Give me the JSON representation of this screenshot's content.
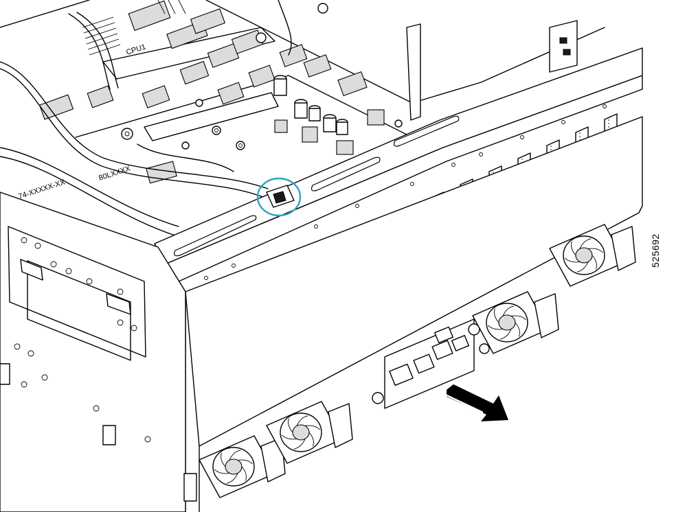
{
  "figure": {
    "id_label": "525692",
    "board_labels": [
      "80LXXXX",
      "CPU1",
      "74-XXXXX-XX"
    ],
    "callout_color": "#2aa6c4",
    "arrow_color": "#000000"
  },
  "icons": {
    "callout": "highlight-circle-icon",
    "direction": "direction-arrow-icon",
    "fan": "fan-icon"
  }
}
